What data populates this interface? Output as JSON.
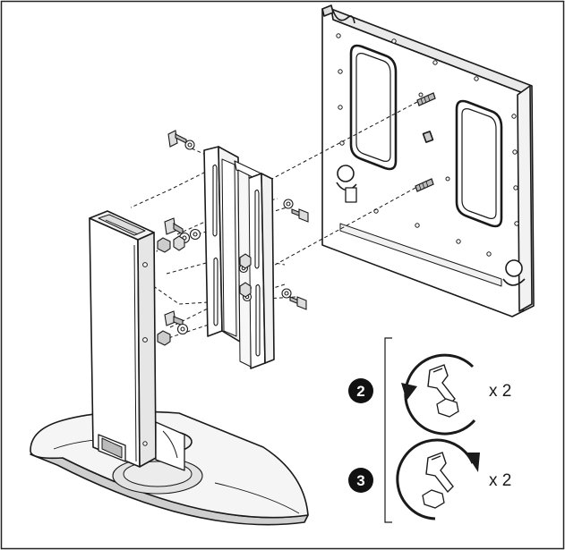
{
  "colors": {
    "line": "#1a1a1a",
    "badge_fill": "#111111",
    "badge_text": "#ffffff",
    "background": "#ffffff",
    "frame": "#222222"
  },
  "steps": [
    {
      "number": "2",
      "multiplier": "x 2",
      "direction": "counterclockwise",
      "icons": [
        "wrench-icon",
        "hex-nut-icon",
        "rotate-ccw-arrow-icon"
      ]
    },
    {
      "number": "3",
      "multiplier": "x 2",
      "direction": "clockwise",
      "icons": [
        "wrench-icon",
        "hex-nut-icon",
        "rotate-cw-arrow-icon"
      ]
    }
  ],
  "parts": [
    "wall-mount-plate",
    "adapter-bracket-left",
    "adapter-bracket-right",
    "stand-column",
    "stand-base",
    "mounting-screws",
    "washers",
    "hex-nuts"
  ]
}
